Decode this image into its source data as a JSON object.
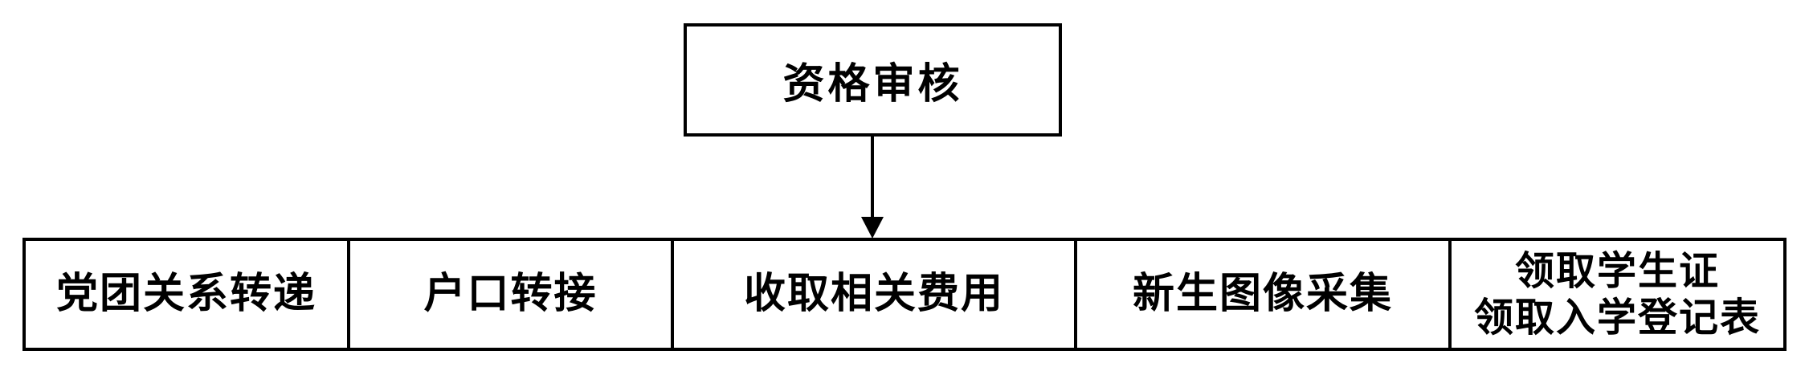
{
  "flowchart": {
    "top_box": {
      "label": "资格审核"
    },
    "arrow": {
      "direction": "down"
    },
    "row_cells": [
      {
        "lines": [
          "党团关系转递"
        ]
      },
      {
        "lines": [
          "户口转接"
        ]
      },
      {
        "lines": [
          "收取相关费用"
        ]
      },
      {
        "lines": [
          "新生图像采集"
        ]
      },
      {
        "lines": [
          "领取学生证",
          "领取入学登记表"
        ]
      }
    ],
    "colors": {
      "line": "#000000",
      "text": "#000000",
      "background": "#ffffff"
    }
  }
}
